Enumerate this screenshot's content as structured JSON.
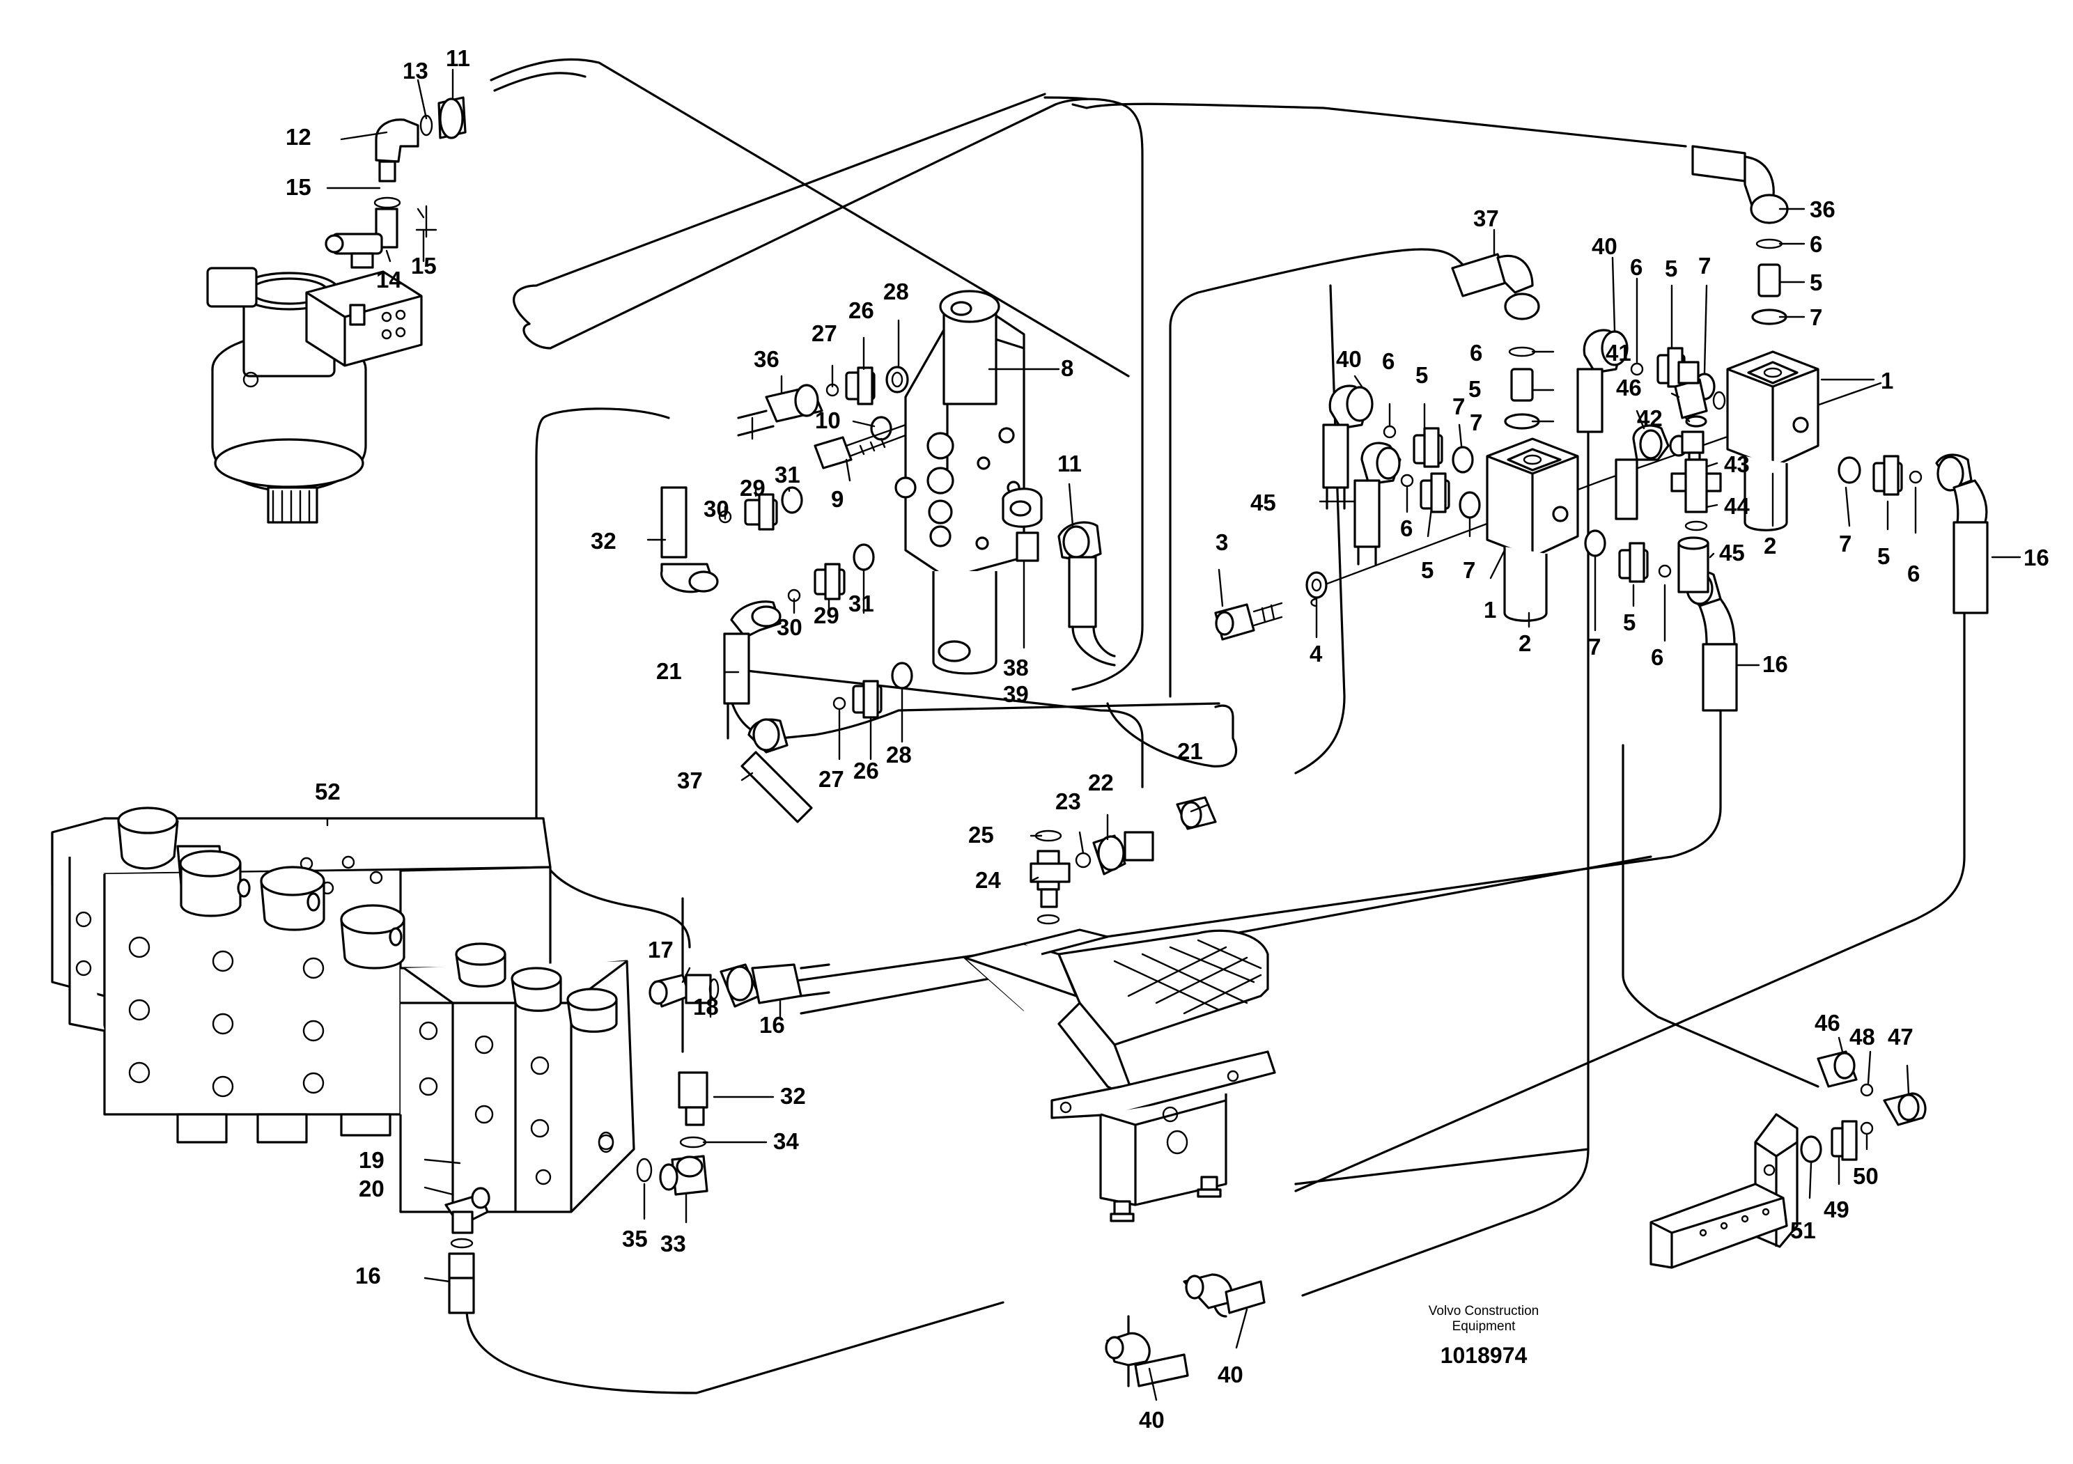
{
  "caption": {
    "publisher_line1": "Volvo Construction",
    "publisher_line2": "Equipment",
    "figure_number": "1018974"
  },
  "callouts": [
    {
      "id": "c11a",
      "text": "11"
    },
    {
      "id": "c13",
      "text": "13"
    },
    {
      "id": "c12",
      "text": "12"
    },
    {
      "id": "c15a",
      "text": "15"
    },
    {
      "id": "c14",
      "text": "14"
    },
    {
      "id": "c15b",
      "text": "15"
    },
    {
      "id": "c36a",
      "text": "36"
    },
    {
      "id": "c27a",
      "text": "27"
    },
    {
      "id": "c26a",
      "text": "26"
    },
    {
      "id": "c28a",
      "text": "28"
    },
    {
      "id": "c8",
      "text": "8"
    },
    {
      "id": "c10",
      "text": "10"
    },
    {
      "id": "c9",
      "text": "9"
    },
    {
      "id": "c31a",
      "text": "31"
    },
    {
      "id": "c29a",
      "text": "29"
    },
    {
      "id": "c30a",
      "text": "30"
    },
    {
      "id": "c32a",
      "text": "32"
    },
    {
      "id": "c11b",
      "text": "11"
    },
    {
      "id": "c30b",
      "text": "30"
    },
    {
      "id": "c29b",
      "text": "29"
    },
    {
      "id": "c31b",
      "text": "31"
    },
    {
      "id": "c21a",
      "text": "21"
    },
    {
      "id": "c38",
      "text": "38"
    },
    {
      "id": "c39",
      "text": "39"
    },
    {
      "id": "c37a",
      "text": "37"
    },
    {
      "id": "c27b",
      "text": "27"
    },
    {
      "id": "c26b",
      "text": "26"
    },
    {
      "id": "c28b",
      "text": "28"
    },
    {
      "id": "c21b",
      "text": "21"
    },
    {
      "id": "c22",
      "text": "22"
    },
    {
      "id": "c23",
      "text": "23"
    },
    {
      "id": "c25",
      "text": "25"
    },
    {
      "id": "c24",
      "text": "24"
    },
    {
      "id": "c52",
      "text": "52"
    },
    {
      "id": "c17",
      "text": "17"
    },
    {
      "id": "c18",
      "text": "18"
    },
    {
      "id": "c16a",
      "text": "16"
    },
    {
      "id": "c32b",
      "text": "32"
    },
    {
      "id": "c34",
      "text": "34"
    },
    {
      "id": "c19",
      "text": "19"
    },
    {
      "id": "c20",
      "text": "20"
    },
    {
      "id": "c16b",
      "text": "16"
    },
    {
      "id": "c35",
      "text": "35"
    },
    {
      "id": "c33",
      "text": "33"
    },
    {
      "id": "c37b",
      "text": "37"
    },
    {
      "id": "c6a",
      "text": "6"
    },
    {
      "id": "c5a",
      "text": "5"
    },
    {
      "id": "c7a",
      "text": "7"
    },
    {
      "id": "c40a",
      "text": "40"
    },
    {
      "id": "c6b",
      "text": "6"
    },
    {
      "id": "c5b",
      "text": "5"
    },
    {
      "id": "c7b",
      "text": "7"
    },
    {
      "id": "c36b",
      "text": "36"
    },
    {
      "id": "c6c",
      "text": "6"
    },
    {
      "id": "c5c",
      "text": "5"
    },
    {
      "id": "c7c",
      "text": "7"
    },
    {
      "id": "c40b",
      "text": "40"
    },
    {
      "id": "c6d",
      "text": "6"
    },
    {
      "id": "c5d",
      "text": "5"
    },
    {
      "id": "c7d",
      "text": "7"
    },
    {
      "id": "c45a",
      "text": "45"
    },
    {
      "id": "c6e",
      "text": "6"
    },
    {
      "id": "c5e",
      "text": "5"
    },
    {
      "id": "c7e",
      "text": "7"
    },
    {
      "id": "c41",
      "text": "41"
    },
    {
      "id": "c46a",
      "text": "46"
    },
    {
      "id": "c42",
      "text": "42"
    },
    {
      "id": "c43",
      "text": "43"
    },
    {
      "id": "c44",
      "text": "44"
    },
    {
      "id": "c45b",
      "text": "45"
    },
    {
      "id": "c1a",
      "text": "1"
    },
    {
      "id": "c2a",
      "text": "2"
    },
    {
      "id": "c7f",
      "text": "7"
    },
    {
      "id": "c5f",
      "text": "5"
    },
    {
      "id": "c6f",
      "text": "6"
    },
    {
      "id": "c16c",
      "text": "16"
    },
    {
      "id": "c3",
      "text": "3"
    },
    {
      "id": "c4",
      "text": "4"
    },
    {
      "id": "c1b",
      "text": "1"
    },
    {
      "id": "c2b",
      "text": "2"
    },
    {
      "id": "c7g",
      "text": "7"
    },
    {
      "id": "c5g",
      "text": "5"
    },
    {
      "id": "c6g",
      "text": "6"
    },
    {
      "id": "c16d",
      "text": "16"
    },
    {
      "id": "c46b",
      "text": "46"
    },
    {
      "id": "c48",
      "text": "48"
    },
    {
      "id": "c47",
      "text": "47"
    },
    {
      "id": "c50",
      "text": "50"
    },
    {
      "id": "c49",
      "text": "49"
    },
    {
      "id": "c51",
      "text": "51"
    },
    {
      "id": "c40c",
      "text": "40"
    },
    {
      "id": "c40d",
      "text": "40"
    }
  ]
}
